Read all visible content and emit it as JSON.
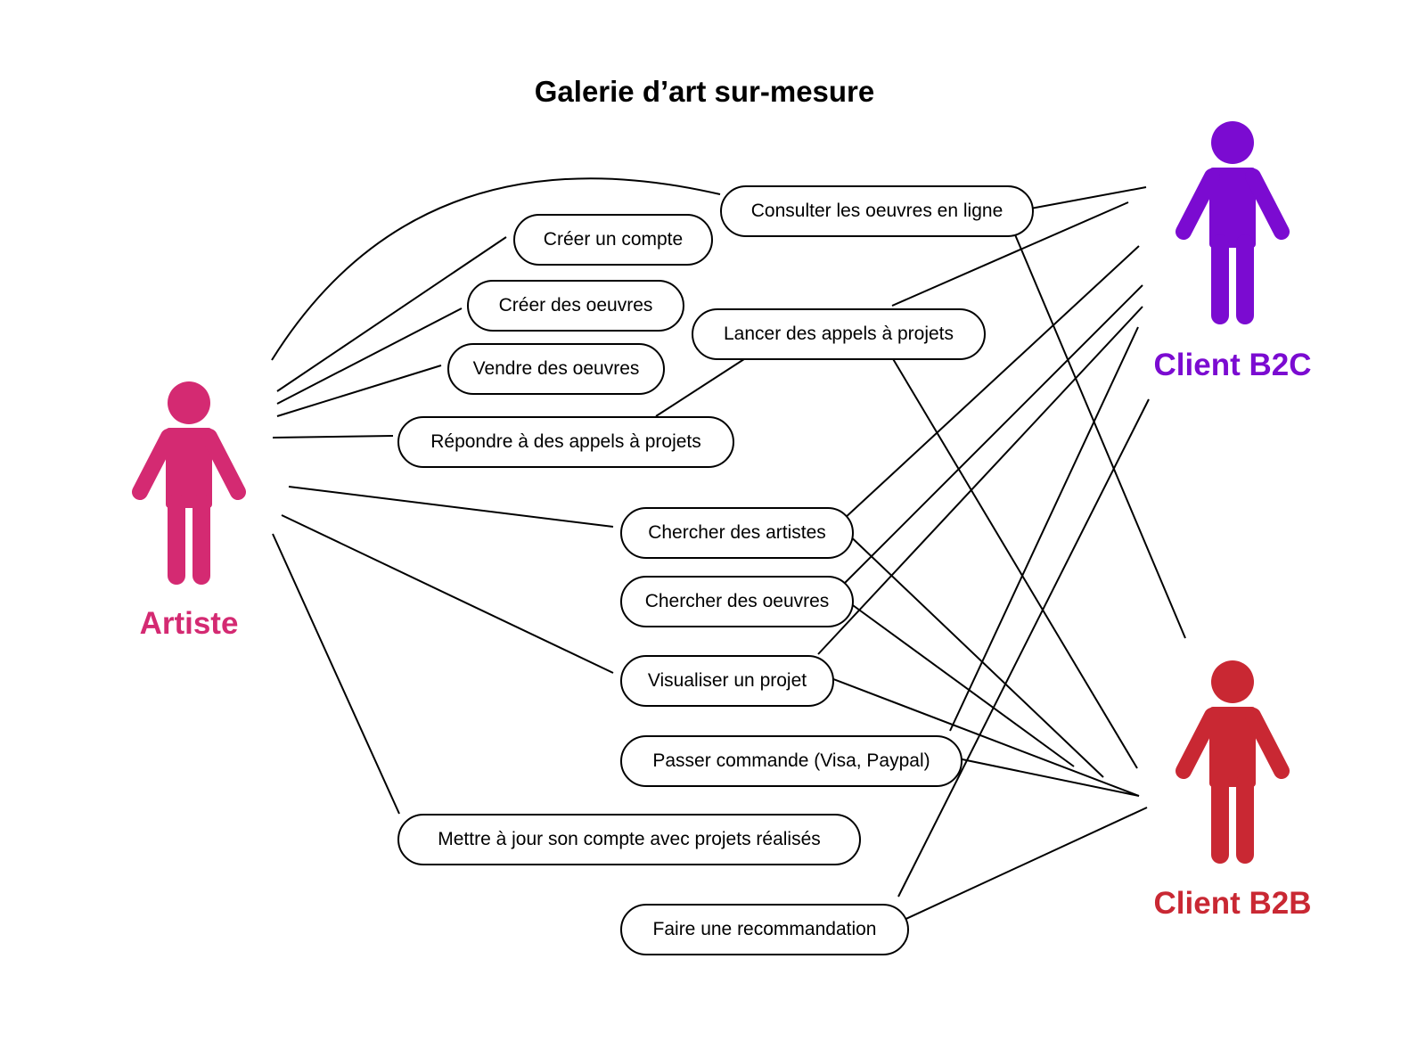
{
  "title": "Galerie d’art sur-mesure",
  "colors": {
    "artiste": "#d42a72",
    "client_b2c": "#7b0bd1",
    "client_b2b": "#c92833",
    "lines": "#000000"
  },
  "actors": {
    "artiste": {
      "label": "Artiste",
      "icon": "person-icon"
    },
    "client_b2c": {
      "label": "Client B2C",
      "icon": "person-icon"
    },
    "client_b2b": {
      "label": "Client B2B",
      "icon": "person-icon"
    }
  },
  "use_cases": {
    "consulter": "Consulter les oeuvres en ligne",
    "creer_compte": "Créer un compte",
    "creer_oeuvres": "Créer des oeuvres",
    "lancer_appels": "Lancer des appels à projets",
    "vendre": "Vendre des oeuvres",
    "repondre": "Répondre à des appels à projets",
    "chercher_artistes": "Chercher des artistes",
    "chercher_oeuvres": "Chercher des oeuvres",
    "visualiser": "Visualiser un projet",
    "passer_commande": "Passer commande (Visa, Paypal)",
    "mettre_a_jour": "Mettre à jour son compte avec projets réalisés",
    "faire_recommandation": "Faire une recommandation"
  }
}
